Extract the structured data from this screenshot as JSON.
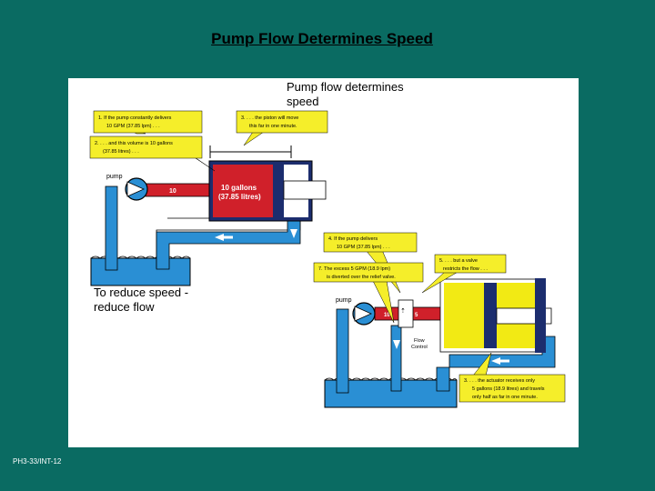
{
  "slide": {
    "title": "Pump Flow Determines Speed",
    "footer_code": "PH3-33/INT-12"
  },
  "captions": {
    "top": "Pump flow determines speed",
    "bottom": "To reduce speed - reduce flow"
  },
  "diagram_top": {
    "pump_label": "pump",
    "flow_value": "10",
    "cylinder_line1": "10 gallons",
    "cylinder_line2": "(37.85 litres)",
    "callout1_l1": "1.   If the pump constantly delivers",
    "callout1_l2": "10 GPM (37.85 lpm) . . .",
    "callout2_l1": "2.   . . . and this volume is 10 gallons",
    "callout2_l2": "(37.85 litres) . . .",
    "callout3_l1": "3.   . . . the piston will move",
    "callout3_l2": "this far in one minute."
  },
  "diagram_bottom": {
    "pump_label": "pump",
    "flow_in": "10",
    "flow_out": "5",
    "flow_control_l1": "Flow",
    "flow_control_l2": "Control",
    "callout4_l1": "4.   If the pump delivers",
    "callout4_l2": "10 GPM (37.85 lpm) . . .",
    "callout5_l1": "5.   . . . but a valve",
    "callout5_l2": "restricts the flow . . .",
    "callout7_l1": "7.   The excess 5 GPM (18.9 lpm)",
    "callout7_l2": "is diverted over the relief valve.",
    "callout6_l1": "3.   . . . the actuator receives only",
    "callout6_l2": "5 gallons (18.9 litres) and travels",
    "callout6_l3": "only half as far in one minute."
  },
  "colors": {
    "background": "#0a6b62",
    "pipe_blue": "#2a8fd4",
    "fluid_red": "#d0202a",
    "fluid_yellow": "#f2ea14",
    "callout_yellow": "#f5ee2a",
    "cylinder_navy": "#1c2d6e"
  }
}
